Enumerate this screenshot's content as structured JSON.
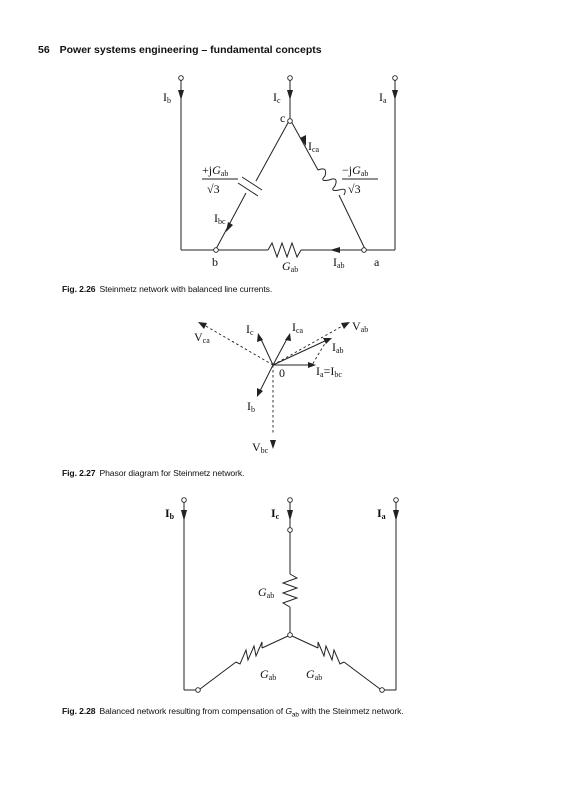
{
  "header": {
    "page_number": "56",
    "title": "Power systems engineering – fundamental concepts"
  },
  "fig26": {
    "currents": {
      "Ib": "I",
      "Ib_sub": "b",
      "Ic": "I",
      "Ic_sub": "c",
      "Ia": "I",
      "Ia_sub": "a",
      "Ica": "I",
      "Ica_sub": "ca",
      "Ibc": "I",
      "Ibc_sub": "bc",
      "Iab": "I",
      "Iab_sub": "ab"
    },
    "nodes": {
      "a": "a",
      "b": "b",
      "c": "c"
    },
    "capacitor_label": {
      "prefix": "+j",
      "G": "G",
      "sub": "ab",
      "den": "√3"
    },
    "inductor_label": {
      "prefix": "−j",
      "G": "G",
      "sub": "ab",
      "den": "√3"
    },
    "resistor_label": {
      "G": "G",
      "sub": "ab"
    },
    "caption_num": "Fig. 2.26",
    "caption_text": "Steinmetz network with balanced line currents."
  },
  "fig27": {
    "labels": {
      "Vab": "V",
      "Vab_sub": "ab",
      "Vca": "V",
      "Vca_sub": "ca",
      "Vbc": "V",
      "Vbc_sub": "bc",
      "Ic": "I",
      "Ic_sub": "c",
      "Ica": "I",
      "Ica_sub": "ca",
      "Iab": "I",
      "Iab_sub": "ab",
      "Ib": "I",
      "Ib_sub": "b",
      "Ia_eq": "I",
      "Ia_eq_sub1": "a",
      "Ia_eq_mid": "=I",
      "Ia_eq_sub2": "bc",
      "origin": "0"
    },
    "caption_num": "Fig. 2.27",
    "caption_text": "Phasor diagram for Steinmetz network."
  },
  "fig28": {
    "currents": {
      "Ib": "I",
      "Ib_sub": "b",
      "Ic": "I",
      "Ic_sub": "c",
      "Ia": "I",
      "Ia_sub": "a"
    },
    "resistor_labels": {
      "G": "G",
      "sub": "ab"
    },
    "caption_num": "Fig. 2.28",
    "caption_pre": "Balanced network resulting from compensation of",
    "caption_G": "G",
    "caption_sub": "ab",
    "caption_post": "with the Steinmetz network."
  }
}
